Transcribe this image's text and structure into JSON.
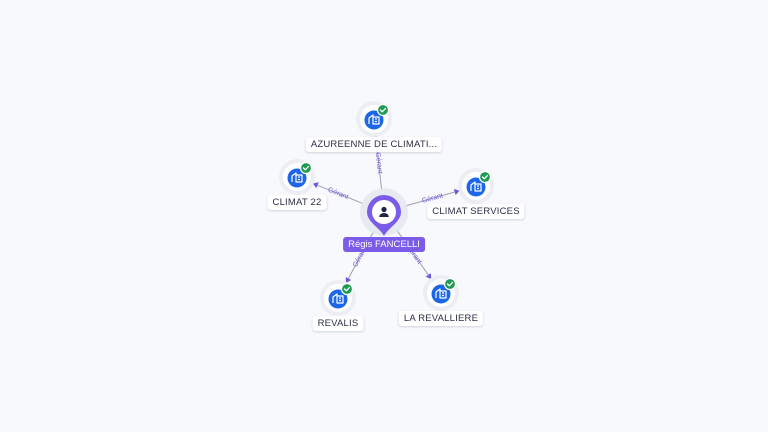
{
  "colors": {
    "edge": "#9aa0b4",
    "edge_label": "#6f5bd8",
    "company_icon": "#1e66e8",
    "check_badge": "#1e9a52",
    "person_pin": "#7b5ce8",
    "person_halo": "#e4e6ee"
  },
  "center": {
    "name": "Régis FANCELLI",
    "icon": "person-icon"
  },
  "companies": [
    {
      "name": "AZUREENNE DE CLIMATI...",
      "relation": "Gérant",
      "icon": "building-icon",
      "badge": "check-icon"
    },
    {
      "name": "CLIMAT 22",
      "relation": "Gérant",
      "icon": "building-icon",
      "badge": "check-icon"
    },
    {
      "name": "CLIMAT SERVICES",
      "relation": "Gérant",
      "icon": "building-icon",
      "badge": "check-icon"
    },
    {
      "name": "REVALIS",
      "relation": "Gérant",
      "icon": "building-icon",
      "badge": "check-icon"
    },
    {
      "name": "LA REVALLIERE",
      "relation": "Gérant",
      "icon": "building-icon",
      "badge": "check-icon"
    }
  ]
}
